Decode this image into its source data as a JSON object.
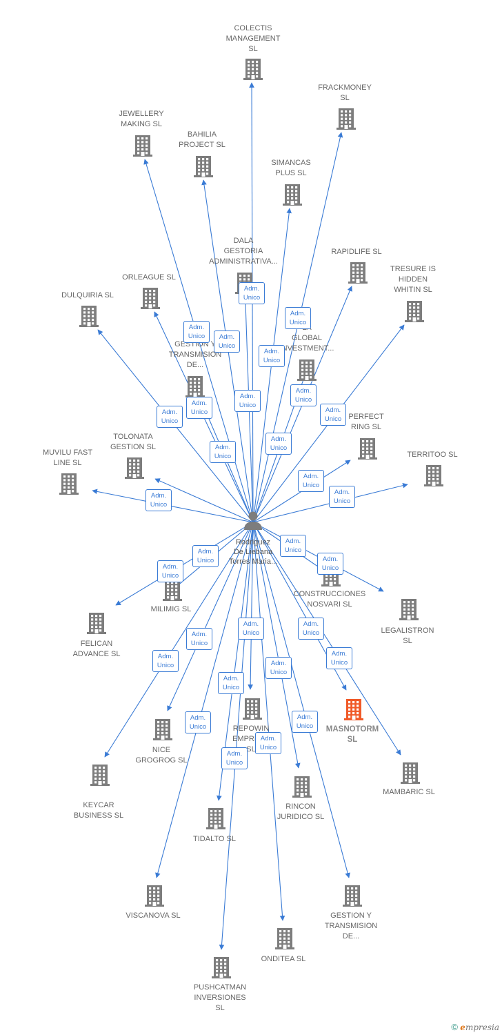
{
  "colors": {
    "edge": "#3a7bd5",
    "node": "#7d7d7d",
    "highlight": "#f05a28",
    "person": "#7d7d7d"
  },
  "person": {
    "label": "Rodriguez\nDe Liebana\nTorres Maria...",
    "icon": "person-icon"
  },
  "nodes": [
    {
      "id": "colectis",
      "label": "COLECTIS\nMANAGEMENT\nSL"
    },
    {
      "id": "frackmoney",
      "label": "FRACKMONEY\nSL"
    },
    {
      "id": "jewellery",
      "label": "JEWELLERY\nMAKING SL"
    },
    {
      "id": "bahilia",
      "label": "BAHILIA\nPROJECT SL"
    },
    {
      "id": "simancas",
      "label": "SIMANCAS\nPLUS SL"
    },
    {
      "id": "dala",
      "label": "DALA\nGESTORIA\nADMINISTRATIVA..."
    },
    {
      "id": "rapidlife",
      "label": "RAPIDLIFE SL"
    },
    {
      "id": "tresure",
      "label": "TRESURE IS\nHIDDEN\nWHITIN SL"
    },
    {
      "id": "orleague",
      "label": "ORLEAGUE SL"
    },
    {
      "id": "dulquiria",
      "label": "DULQUIRIA SL"
    },
    {
      "id": "gestion1",
      "label": "GESTION Y\nTRANSMISION\nDE..."
    },
    {
      "id": "global",
      "label": "LA\nGLOBAL\nINVESTMENT..."
    },
    {
      "id": "perfect",
      "label": "PERFECT\nRING SL"
    },
    {
      "id": "tolonata",
      "label": "TOLONATA\nGESTION SL"
    },
    {
      "id": "muvilu",
      "label": "MUVILU FAST\nLINE SL"
    },
    {
      "id": "territoo",
      "label": "TERRITOO SL"
    },
    {
      "id": "milimig",
      "label": "MILIMIG SL"
    },
    {
      "id": "construcciones",
      "label": "CONSTRUCCIONES\nNOSVARI SL"
    },
    {
      "id": "felican",
      "label": "FELICAN\nADVANCE SL"
    },
    {
      "id": "legalistron",
      "label": "LEGALISTRON\nSL"
    },
    {
      "id": "masnotorm",
      "label": "MASNOTORM\nSL",
      "highlight": true
    },
    {
      "id": "repowin",
      "label": "REPOWIN\nEMPRESA\nSL"
    },
    {
      "id": "nice",
      "label": "NICE\nGROGROG SL"
    },
    {
      "id": "keycar",
      "label": "KEYCAR\nBUSINESS SL"
    },
    {
      "id": "mambaric",
      "label": "MAMBARIC SL"
    },
    {
      "id": "rincon",
      "label": "RINCON\nJURIDICO SL"
    },
    {
      "id": "tidalto",
      "label": "TIDALTO SL"
    },
    {
      "id": "viscanova",
      "label": "VISCANOVA SL"
    },
    {
      "id": "gestion2",
      "label": "GESTION Y\nTRANSMISION\nDE..."
    },
    {
      "id": "onditea",
      "label": "ONDITEA SL"
    },
    {
      "id": "pushcatman",
      "label": "PUSHCATMAN\nINVERSIONES\nSL"
    }
  ],
  "edges": [
    {
      "target": "colectis",
      "label": "Adm.\nUnico"
    },
    {
      "target": "frackmoney",
      "label": "Adm.\nUnico"
    },
    {
      "target": "jewellery",
      "label": "Adm.\nUnico"
    },
    {
      "target": "bahilia",
      "label": "Adm.\nUnico"
    },
    {
      "target": "simancas",
      "label": "Adm.\nUnico"
    },
    {
      "target": "dala",
      "label": "Adm.\nUnico"
    },
    {
      "target": "rapidlife",
      "label": "Adm.\nUnico"
    },
    {
      "target": "tresure",
      "label": "Adm.\nUnico"
    },
    {
      "target": "orleague",
      "label": "Adm.\nUnico"
    },
    {
      "target": "dulquiria",
      "label": "Adm.\nUnico"
    },
    {
      "target": "gestion1",
      "label": "Adm.\nUnico"
    },
    {
      "target": "global",
      "label": "Adm.\nUnico"
    },
    {
      "target": "perfect",
      "label": "Adm.\nUnico"
    },
    {
      "target": "tolonata",
      "label": "Adm.\nUnico"
    },
    {
      "target": "muvilu",
      "label": "Adm.\nUnico"
    },
    {
      "target": "territoo",
      "label": "Adm.\nUnico"
    },
    {
      "target": "milimig",
      "label": "Adm.\nUnico"
    },
    {
      "target": "construcciones",
      "label": "Adm.\nUnico"
    },
    {
      "target": "felican",
      "label": "Adm.\nUnico"
    },
    {
      "target": "legalistron",
      "label": "Adm.\nUnico"
    },
    {
      "target": "masnotorm",
      "label": "Adm.\nUnico"
    },
    {
      "target": "repowin",
      "label": "Adm.\nUnico"
    },
    {
      "target": "nice",
      "label": "Adm.\nUnico"
    },
    {
      "target": "keycar",
      "label": "Adm.\nUnico"
    },
    {
      "target": "mambaric",
      "label": "Adm.\nUnico"
    },
    {
      "target": "rincon",
      "label": "Adm.\nUnico"
    },
    {
      "target": "tidalto",
      "label": "Adm.\nUnico"
    },
    {
      "target": "viscanova",
      "label": "Adm.\nUnico"
    },
    {
      "target": "gestion2",
      "label": "Adm.\nUnico"
    },
    {
      "target": "onditea",
      "label": "Adm.\nUnico"
    },
    {
      "target": "pushcatman",
      "label": "Adm.\nUnico"
    }
  ],
  "footer": {
    "copyright": "©",
    "brand_initial": "e",
    "brand_rest": "mpresia"
  }
}
